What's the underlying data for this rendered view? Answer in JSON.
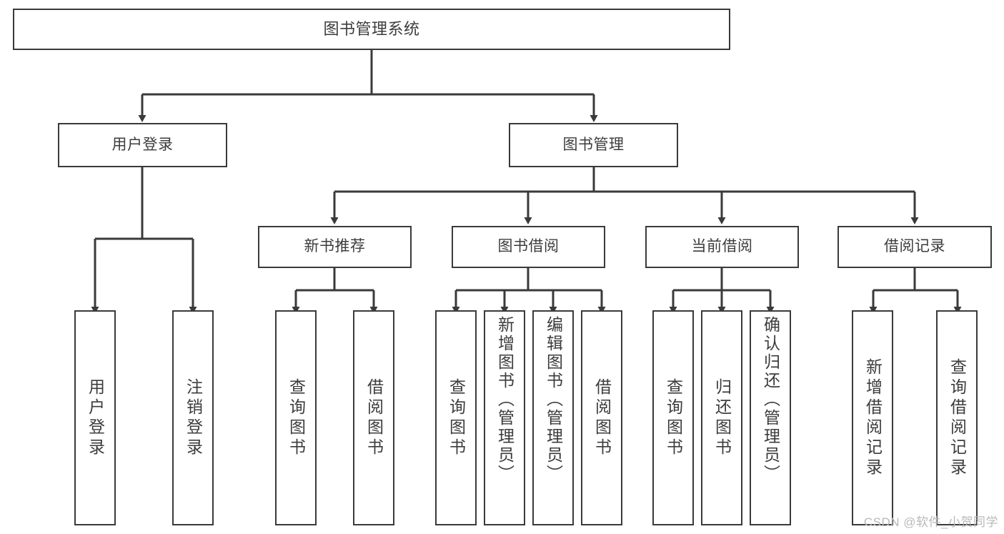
{
  "diagram": {
    "title": "图书管理系统",
    "type": "tree",
    "watermark": "CSDN @软件_小贺同学",
    "colors": {
      "border": "#3a3a3a",
      "text": "#3c3c3c",
      "background": "#ffffff",
      "watermark": "#b9b9b9"
    },
    "nodes": {
      "root": {
        "label": "图书管理系统"
      },
      "level2": [
        {
          "label": "用户登录"
        },
        {
          "label": "图书管理"
        }
      ],
      "level3": [
        {
          "label": "新书推荐"
        },
        {
          "label": "图书借阅"
        },
        {
          "label": "当前借阅"
        },
        {
          "label": "借阅记录"
        }
      ],
      "leaves": {
        "user_login": [
          {
            "label": "用户登录"
          },
          {
            "label": "注销登录"
          }
        ],
        "new_book": [
          {
            "label": "查询图书"
          },
          {
            "label": "借阅图书"
          }
        ],
        "book_borrow": [
          {
            "label": "查询图书"
          },
          {
            "label": "新增图书（管理员）"
          },
          {
            "label": "编辑图书（管理员）"
          },
          {
            "label": "借阅图书"
          }
        ],
        "current_borrow": [
          {
            "label": "查询图书"
          },
          {
            "label": "归还图书"
          },
          {
            "label": "确认归还（管理员）"
          }
        ],
        "borrow_record": [
          {
            "label": "新增借阅记录"
          },
          {
            "label": "查询借阅记录"
          }
        ]
      }
    }
  }
}
